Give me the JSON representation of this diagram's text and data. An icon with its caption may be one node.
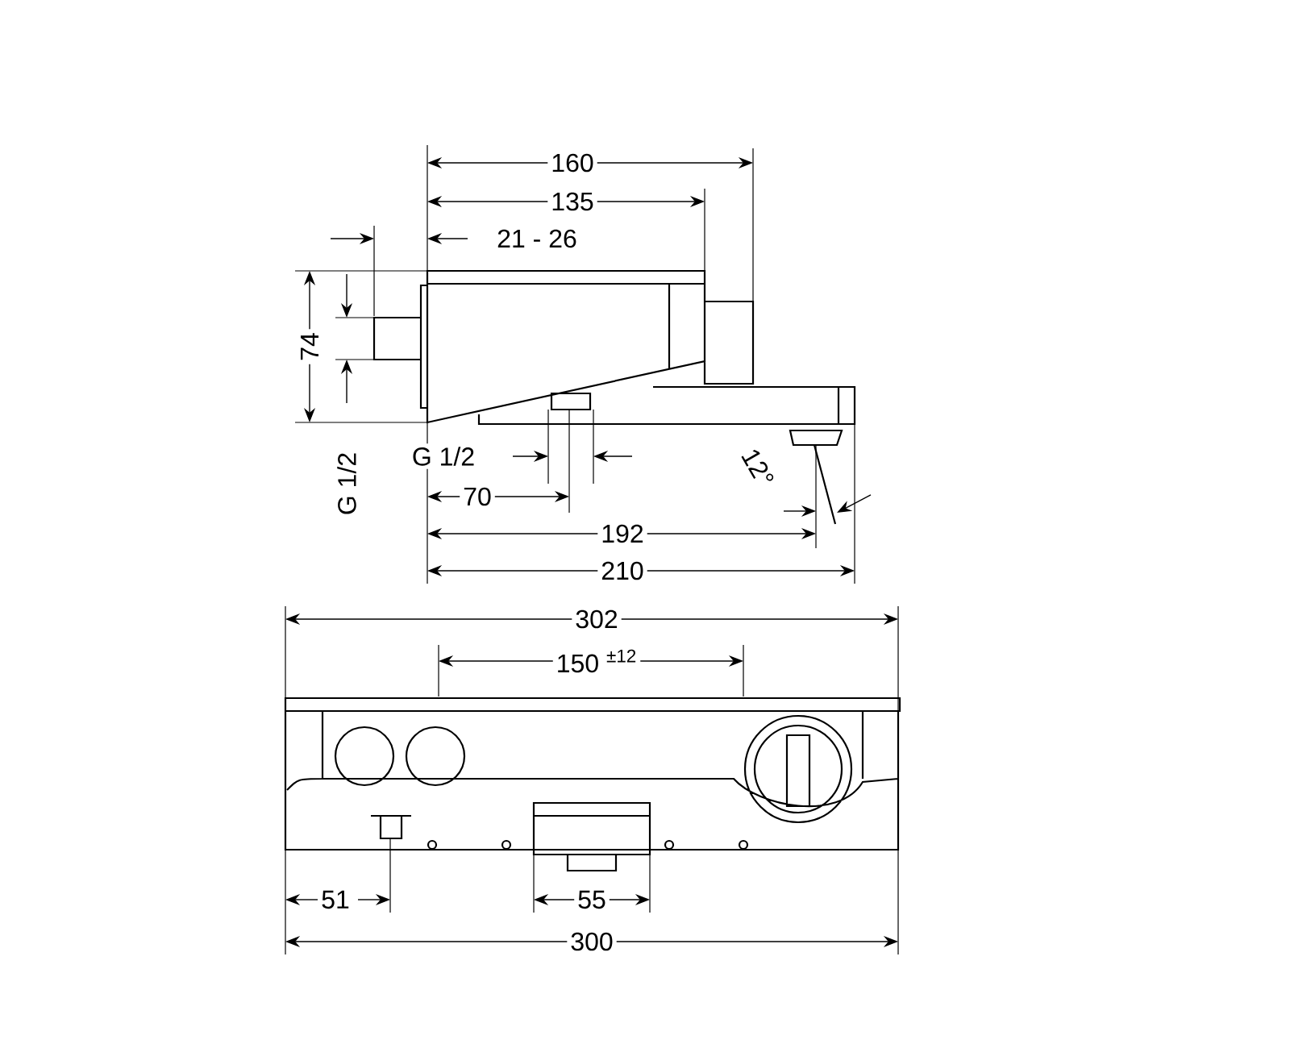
{
  "diagram": {
    "labels": [
      "160",
      "135",
      "21 - 26",
      "74",
      "G 1/2",
      "G 1/2",
      "70",
      "12°",
      "192",
      "210",
      "302",
      "150 $^{±12}$",
      "51",
      "55",
      "300"
    ]
  }
}
